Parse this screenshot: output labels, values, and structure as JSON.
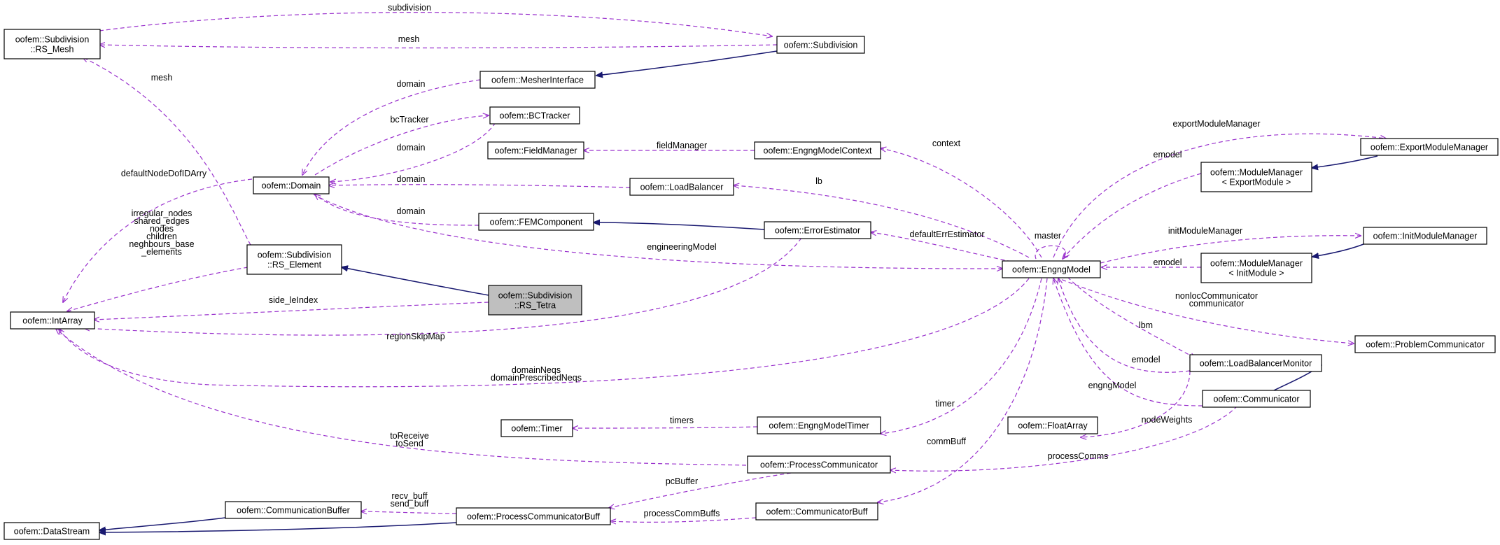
{
  "colors": {
    "association": "#9a32cd",
    "inheritance": "#191970",
    "highlight": "#bfbfbf"
  },
  "nodes": [
    {
      "id": "rsmesh",
      "lines": [
        "oofem::Subdivision",
        "::RS_Mesh"
      ]
    },
    {
      "id": "subdivision",
      "lines": [
        "oofem::Subdivision"
      ]
    },
    {
      "id": "mesherinterface",
      "lines": [
        "oofem::MesherInterface"
      ]
    },
    {
      "id": "bctracker",
      "lines": [
        "oofem::BCTracker"
      ]
    },
    {
      "id": "fieldmanager",
      "lines": [
        "oofem::FieldManager"
      ]
    },
    {
      "id": "engngmodelcontext",
      "lines": [
        "oofem::EngngModelContext"
      ]
    },
    {
      "id": "domain",
      "lines": [
        "oofem::Domain"
      ]
    },
    {
      "id": "loadbalancer",
      "lines": [
        "oofem::LoadBalancer"
      ]
    },
    {
      "id": "femcomponent",
      "lines": [
        "oofem::FEMComponent"
      ]
    },
    {
      "id": "errorestimator",
      "lines": [
        "oofem::ErrorEstimator"
      ]
    },
    {
      "id": "rselement",
      "lines": [
        "oofem::Subdivision",
        "::RS_Element"
      ]
    },
    {
      "id": "rstetra",
      "lines": [
        "oofem::Subdivision",
        "::RS_Tetra"
      ],
      "highlight": true
    },
    {
      "id": "intarray",
      "lines": [
        "oofem::IntArray"
      ]
    },
    {
      "id": "engngmodel",
      "lines": [
        "oofem::EngngModel"
      ]
    },
    {
      "id": "exportmodulemanager",
      "lines": [
        "oofem::ExportModuleManager"
      ]
    },
    {
      "id": "mmexport",
      "lines": [
        "oofem::ModuleManager",
        "< ExportModule >"
      ]
    },
    {
      "id": "initmodulemanager",
      "lines": [
        "oofem::InitModuleManager"
      ]
    },
    {
      "id": "mminit",
      "lines": [
        "oofem::ModuleManager",
        "< InitModule >"
      ]
    },
    {
      "id": "problemcommunicator",
      "lines": [
        "oofem::ProblemCommunicator"
      ]
    },
    {
      "id": "loadbalancermonitor",
      "lines": [
        "oofem::LoadBalancerMonitor"
      ]
    },
    {
      "id": "communicator",
      "lines": [
        "oofem::Communicator"
      ]
    },
    {
      "id": "floatarray",
      "lines": [
        "oofem::FloatArray"
      ]
    },
    {
      "id": "timer",
      "lines": [
        "oofem::Timer"
      ]
    },
    {
      "id": "engngmodeltimer",
      "lines": [
        "oofem::EngngModelTimer"
      ]
    },
    {
      "id": "processcommunicator",
      "lines": [
        "oofem::ProcessCommunicator"
      ]
    },
    {
      "id": "communicationbuffer",
      "lines": [
        "oofem::CommunicationBuffer"
      ]
    },
    {
      "id": "processcommunicatorbuff",
      "lines": [
        "oofem::ProcessCommunicatorBuff"
      ]
    },
    {
      "id": "communicatorbuff",
      "lines": [
        "oofem::CommunicatorBuff"
      ]
    },
    {
      "id": "datastream",
      "lines": [
        "oofem::DataStream"
      ]
    }
  ],
  "edge_labels": [
    {
      "id": "subdivision",
      "lines": [
        "subdivision"
      ]
    },
    {
      "id": "mesh-top",
      "lines": [
        "mesh"
      ]
    },
    {
      "id": "mesh-left",
      "lines": [
        "mesh"
      ]
    },
    {
      "id": "domain-mesher",
      "lines": [
        "domain"
      ]
    },
    {
      "id": "bctracker",
      "lines": [
        "bcTracker"
      ]
    },
    {
      "id": "domain-bc",
      "lines": [
        "domain"
      ]
    },
    {
      "id": "fieldmanager",
      "lines": [
        "fieldManager"
      ]
    },
    {
      "id": "context",
      "lines": [
        "context"
      ]
    },
    {
      "id": "defaultnode",
      "lines": [
        "defaultNodeDofIDArry"
      ]
    },
    {
      "id": "domain-lb",
      "lines": [
        "domain"
      ]
    },
    {
      "id": "lb",
      "lines": [
        "lb"
      ]
    },
    {
      "id": "domain-fem",
      "lines": [
        "domain"
      ]
    },
    {
      "id": "engineeringmodel",
      "lines": [
        "engineeringModel"
      ]
    },
    {
      "id": "defaulterr",
      "lines": [
        "defaultErrEstimator"
      ]
    },
    {
      "id": "master",
      "lines": [
        "master"
      ]
    },
    {
      "id": "exportmm",
      "lines": [
        "exportModuleManager"
      ]
    },
    {
      "id": "emodel-export",
      "lines": [
        "emodel"
      ]
    },
    {
      "id": "initmm",
      "lines": [
        "initModuleManager"
      ]
    },
    {
      "id": "emodel-init",
      "lines": [
        "emodel"
      ]
    },
    {
      "id": "rselement-fields",
      "lines": [
        "irregular_nodes",
        "shared_edges",
        "nodes",
        "children",
        "neghbours_base",
        "_elements"
      ]
    },
    {
      "id": "side",
      "lines": [
        "side_leIndex"
      ]
    },
    {
      "id": "regionskip",
      "lines": [
        "regionSkipMap"
      ]
    },
    {
      "id": "nonloc",
      "lines": [
        "nonlocCommunicator",
        "communicator"
      ]
    },
    {
      "id": "lbm",
      "lines": [
        "lbm"
      ]
    },
    {
      "id": "emodel-lbm",
      "lines": [
        "emodel"
      ]
    },
    {
      "id": "engngmodel-comm",
      "lines": [
        "engngModel"
      ]
    },
    {
      "id": "domainneqs",
      "lines": [
        "domainNeqs",
        "domainPrescribedNeqs"
      ]
    },
    {
      "id": "timer-label",
      "lines": [
        "timer"
      ]
    },
    {
      "id": "timers",
      "lines": [
        "timers"
      ]
    },
    {
      "id": "nodeweights",
      "lines": [
        "nodeWeights"
      ]
    },
    {
      "id": "commbuff",
      "lines": [
        "commBuff"
      ]
    },
    {
      "id": "toreceive",
      "lines": [
        "toReceive",
        "toSend"
      ]
    },
    {
      "id": "processcomms",
      "lines": [
        "processComms"
      ]
    },
    {
      "id": "pcbuffer",
      "lines": [
        "pcBuffer"
      ]
    },
    {
      "id": "recvsend",
      "lines": [
        "recv_buff",
        "send_buff"
      ]
    },
    {
      "id": "processcommbuffs",
      "lines": [
        "processCommBuffs"
      ]
    }
  ]
}
